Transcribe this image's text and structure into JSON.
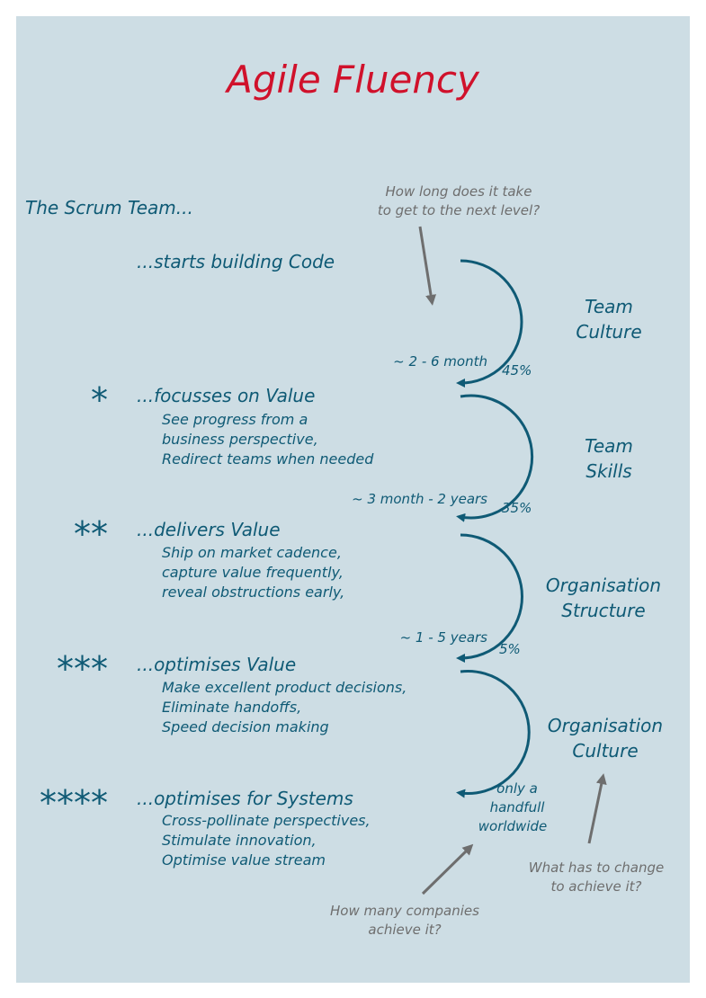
{
  "title": "Agile Fluency",
  "intro": "The Scrum Team...",
  "levels": [
    {
      "stars": "",
      "heading": "...starts building Code",
      "details": []
    },
    {
      "stars": "*",
      "heading": "...focusses on Value",
      "details": [
        "See progress from a",
        "business perspective,",
        "Redirect teams when needed"
      ]
    },
    {
      "stars": "**",
      "heading": "...delivers Value",
      "details": [
        "Ship on market cadence,",
        "capture value frequently,",
        "reveal obstructions early,"
      ]
    },
    {
      "stars": "***",
      "heading": "...optimises Value",
      "details": [
        "Make excellent product decisions,",
        "Eliminate handoffs,",
        "Speed decision making"
      ]
    },
    {
      "stars": "****",
      "heading": "...optimises for Systems",
      "details": [
        "Cross-pollinate perspectives,",
        "Stimulate innovation,",
        "Optimise value stream"
      ]
    }
  ],
  "transitions": [
    {
      "duration": "~ 2 - 6 month",
      "share": "45%",
      "category": [
        "Team",
        "Culture"
      ]
    },
    {
      "duration": "~ 3 month - 2 years",
      "share": "35%",
      "category": [
        "Team",
        "Skills"
      ]
    },
    {
      "duration": "~ 1 - 5 years",
      "share": "5%",
      "category": [
        "Organisation",
        "Structure"
      ]
    },
    {
      "duration": "",
      "share": [
        "only a",
        "handfull",
        "worldwide"
      ],
      "category": [
        "Organisation",
        "Culture"
      ]
    }
  ],
  "questions": {
    "time": [
      "How long does it take",
      "to get to the next level?"
    ],
    "companies": [
      "How many companies",
      "achieve it?"
    ],
    "change": [
      "What has to change",
      "to achieve it?"
    ]
  },
  "colors": {
    "title": "#d0112b",
    "primary": "#0f5a75",
    "annotation": "#6e6e6e",
    "background": "#cddde4"
  }
}
